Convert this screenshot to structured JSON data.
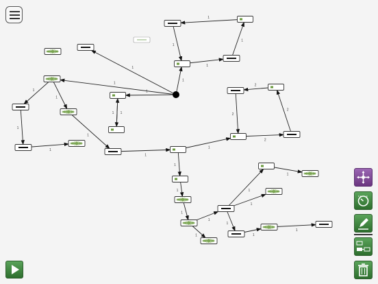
{
  "toolbar": {
    "menu_icon": "hamburger-menu-icon",
    "tools": [
      {
        "name": "move-tool",
        "icon": "arrows-move-icon",
        "color": "#7b4596"
      },
      {
        "name": "gauge-tool",
        "icon": "gauge-icon",
        "color": "#3f8a3f"
      },
      {
        "name": "edit-tool",
        "icon": "pencil-icon",
        "color": "#3f8a3f"
      },
      {
        "name": "swap-tool",
        "icon": "swap-icon",
        "color": "#3f8a3f"
      },
      {
        "name": "delete-tool",
        "icon": "trash-icon",
        "color": "#3f8a3f"
      }
    ],
    "play_icon": "play-icon"
  },
  "graph": {
    "node_border": "#333333",
    "node_fill": "#ffffff",
    "signal_color": "#6a9a3c",
    "edge_label": "1",
    "edge_label_alt": "2"
  }
}
